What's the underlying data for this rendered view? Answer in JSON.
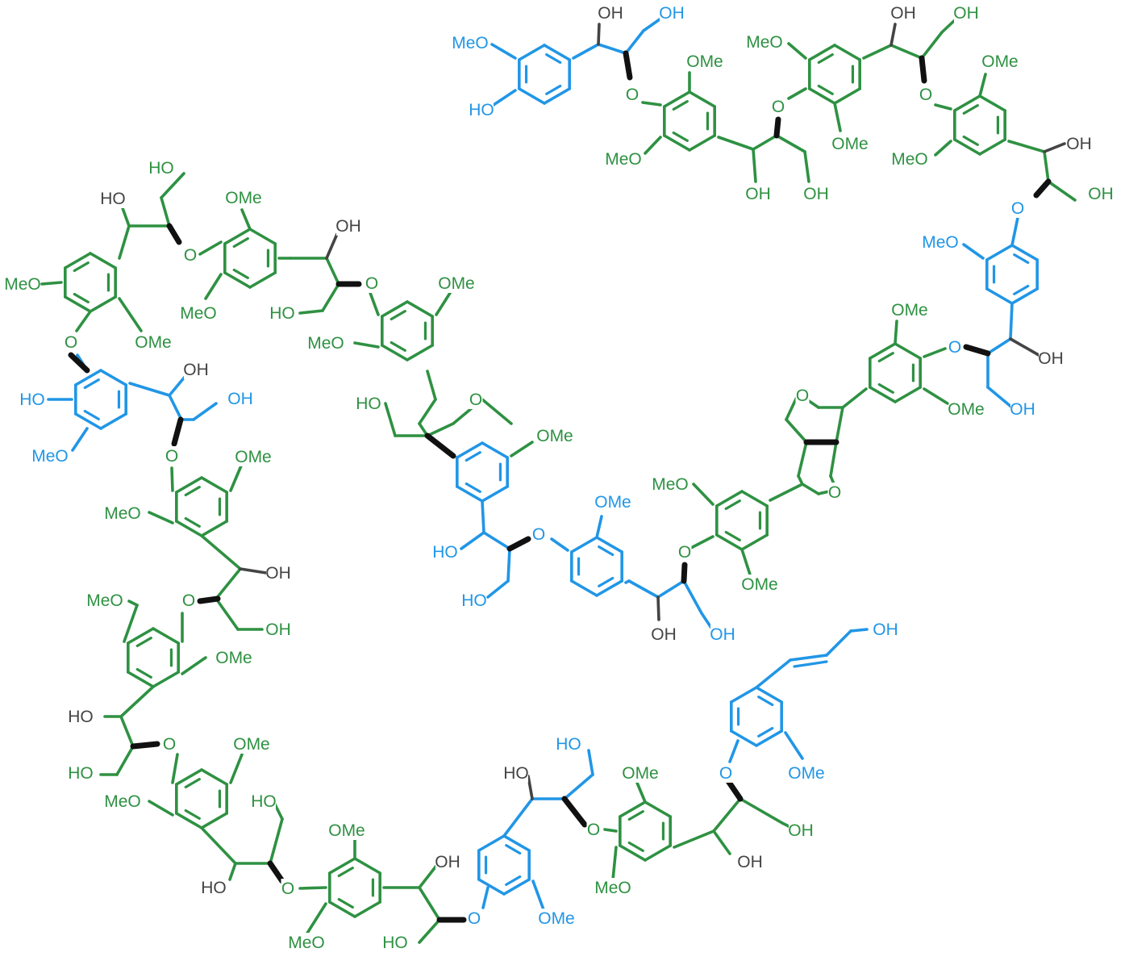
{
  "colors": {
    "green": "#2e9142",
    "blue": "#2196e6",
    "black": "#111111",
    "gray": "#444444",
    "background": "#ffffff"
  },
  "labels": {
    "oh": "OH",
    "ho": "HO",
    "ome": "OMe",
    "meo": "MeO",
    "o": "O"
  }
}
